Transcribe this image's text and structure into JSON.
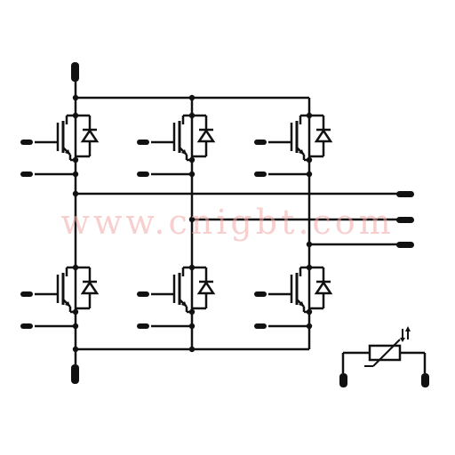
{
  "watermark": {
    "text": "www.cnigbt.com",
    "color": "#f3a9a9"
  },
  "colors": {
    "wire": "#111111",
    "background": "#ffffff"
  },
  "components": {
    "igbt_count": 6,
    "thermistor": "ntc-thermistor"
  },
  "icons": {
    "igbt": "igbt-transistor-icon",
    "diode": "freewheeling-diode-icon",
    "terminal": "pin-terminal-icon",
    "thermistor": "thermistor-icon"
  }
}
